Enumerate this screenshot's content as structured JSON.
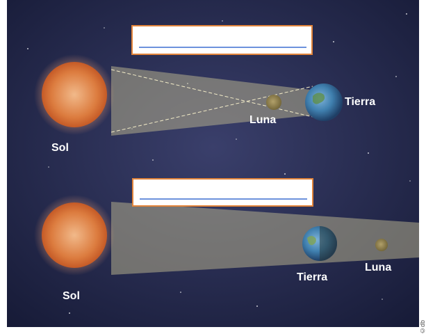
{
  "top": {
    "sun_label": "Sol",
    "moon_label": "Luna",
    "earth_label": "Tierra",
    "answer_box_text": ""
  },
  "bottom": {
    "sun_label": "Sol",
    "earth_label": "Tierra",
    "moon_label": "Luna",
    "answer_box_text": ""
  },
  "credit": "©db",
  "colors": {
    "space": "#1f2547",
    "sun": "#d9773a",
    "shadow_cone": "#b3ad8c",
    "box_border": "#e2843a",
    "box_line": "#3b6fd1"
  }
}
